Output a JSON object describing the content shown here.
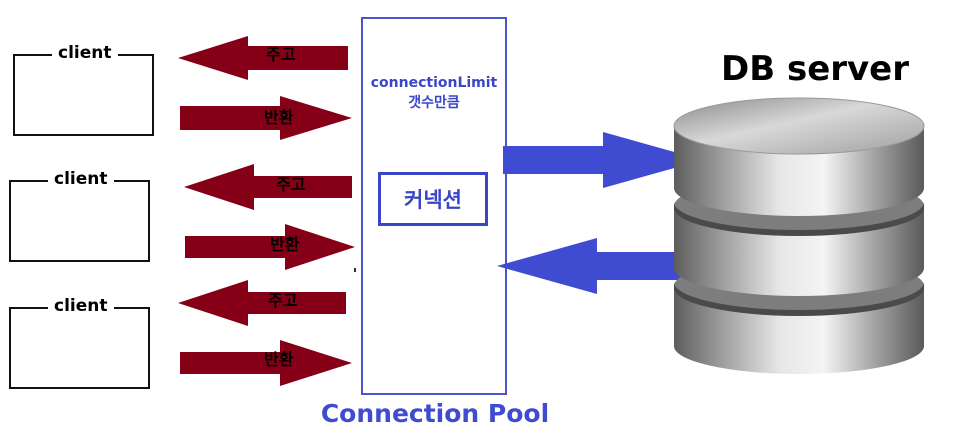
{
  "clients": [
    {
      "label": "client",
      "request": "주고",
      "return": "반환"
    },
    {
      "label": "client",
      "request": "주고",
      "return": "반환"
    },
    {
      "label": "client",
      "request": "주고",
      "return": "반환"
    }
  ],
  "pool": {
    "limit_line1": "connectionLimit",
    "limit_line2": "갯수만큼",
    "connection": "커넥션",
    "title": "Connection Pool"
  },
  "db": {
    "title": "DB server"
  },
  "colors": {
    "client_arrow": "#850016",
    "pool_arrow": "#3f4bd0",
    "pool_border": "#4a55c8"
  }
}
